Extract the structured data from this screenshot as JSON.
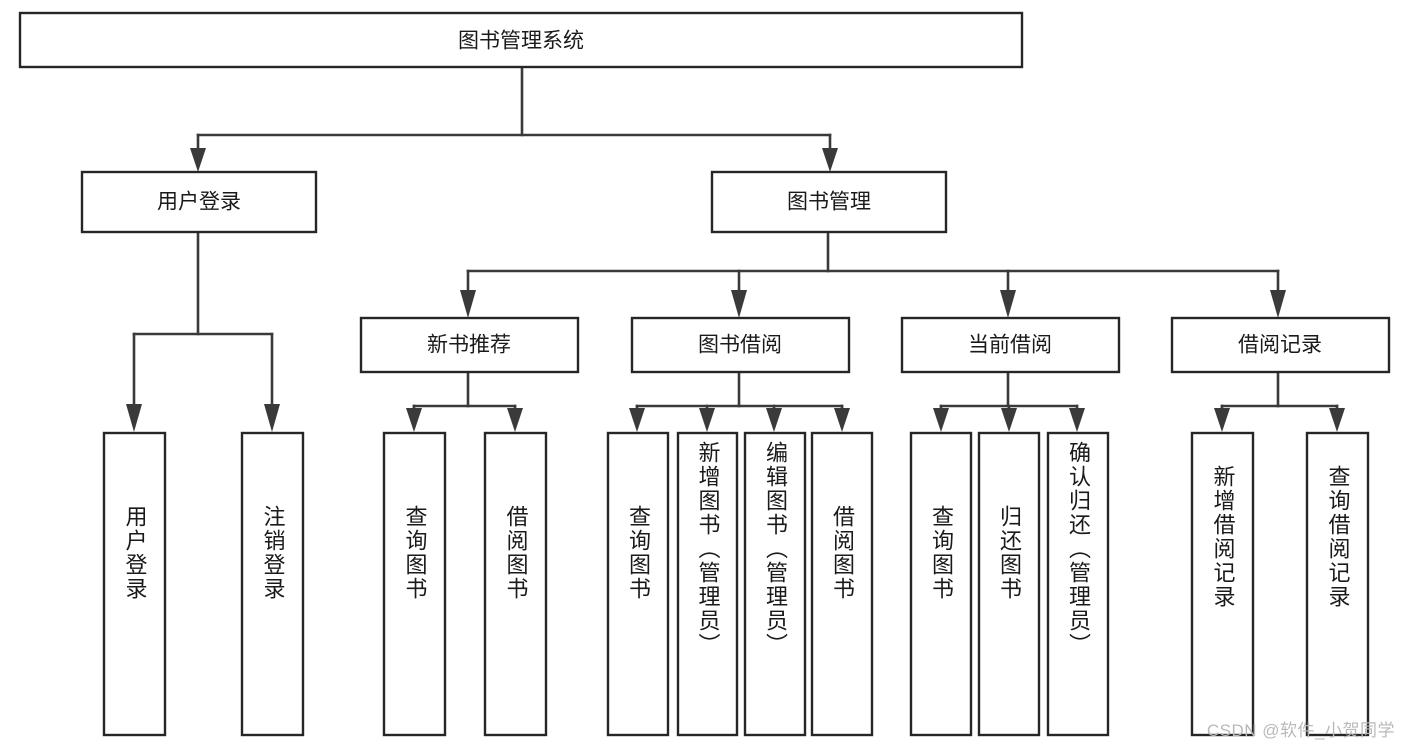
{
  "diagram": {
    "title": "图书管理系统",
    "type": "hierarchy-tree",
    "root": {
      "label": "图书管理系统",
      "level": 0
    },
    "level1": [
      {
        "label": "用户登录"
      },
      {
        "label": "图书管理"
      }
    ],
    "level2": [
      {
        "label": "新书推荐",
        "parent": "图书管理"
      },
      {
        "label": "图书借阅",
        "parent": "图书管理"
      },
      {
        "label": "当前借阅",
        "parent": "图书管理"
      },
      {
        "label": "借阅记录",
        "parent": "图书管理"
      }
    ],
    "leaves": {
      "user_login": [
        {
          "label": "用户登录"
        },
        {
          "label": "注销登录"
        }
      ],
      "new_book_recommend": [
        {
          "label": "查询图书"
        },
        {
          "label": "借阅图书"
        }
      ],
      "book_borrow": [
        {
          "label": "查询图书"
        },
        {
          "label": "新增图书（管理员）"
        },
        {
          "label": "编辑图书（管理员）"
        },
        {
          "label": "借阅图书"
        }
      ],
      "current_borrow": [
        {
          "label": "查询图书"
        },
        {
          "label": "归还图书"
        },
        {
          "label": "确认归还（管理员）"
        }
      ],
      "borrow_record": [
        {
          "label": "新增借阅记录"
        },
        {
          "label": "查询借阅记录"
        }
      ]
    },
    "colors": {
      "box_stroke": "#262626",
      "box_fill": "#ffffff",
      "connector": "#3a3a3a",
      "text": "#1a1a1a",
      "watermark": "#b9b9b9",
      "background": "#ffffff"
    }
  },
  "watermark": {
    "text": "CSDN @软件_小贺同学"
  }
}
